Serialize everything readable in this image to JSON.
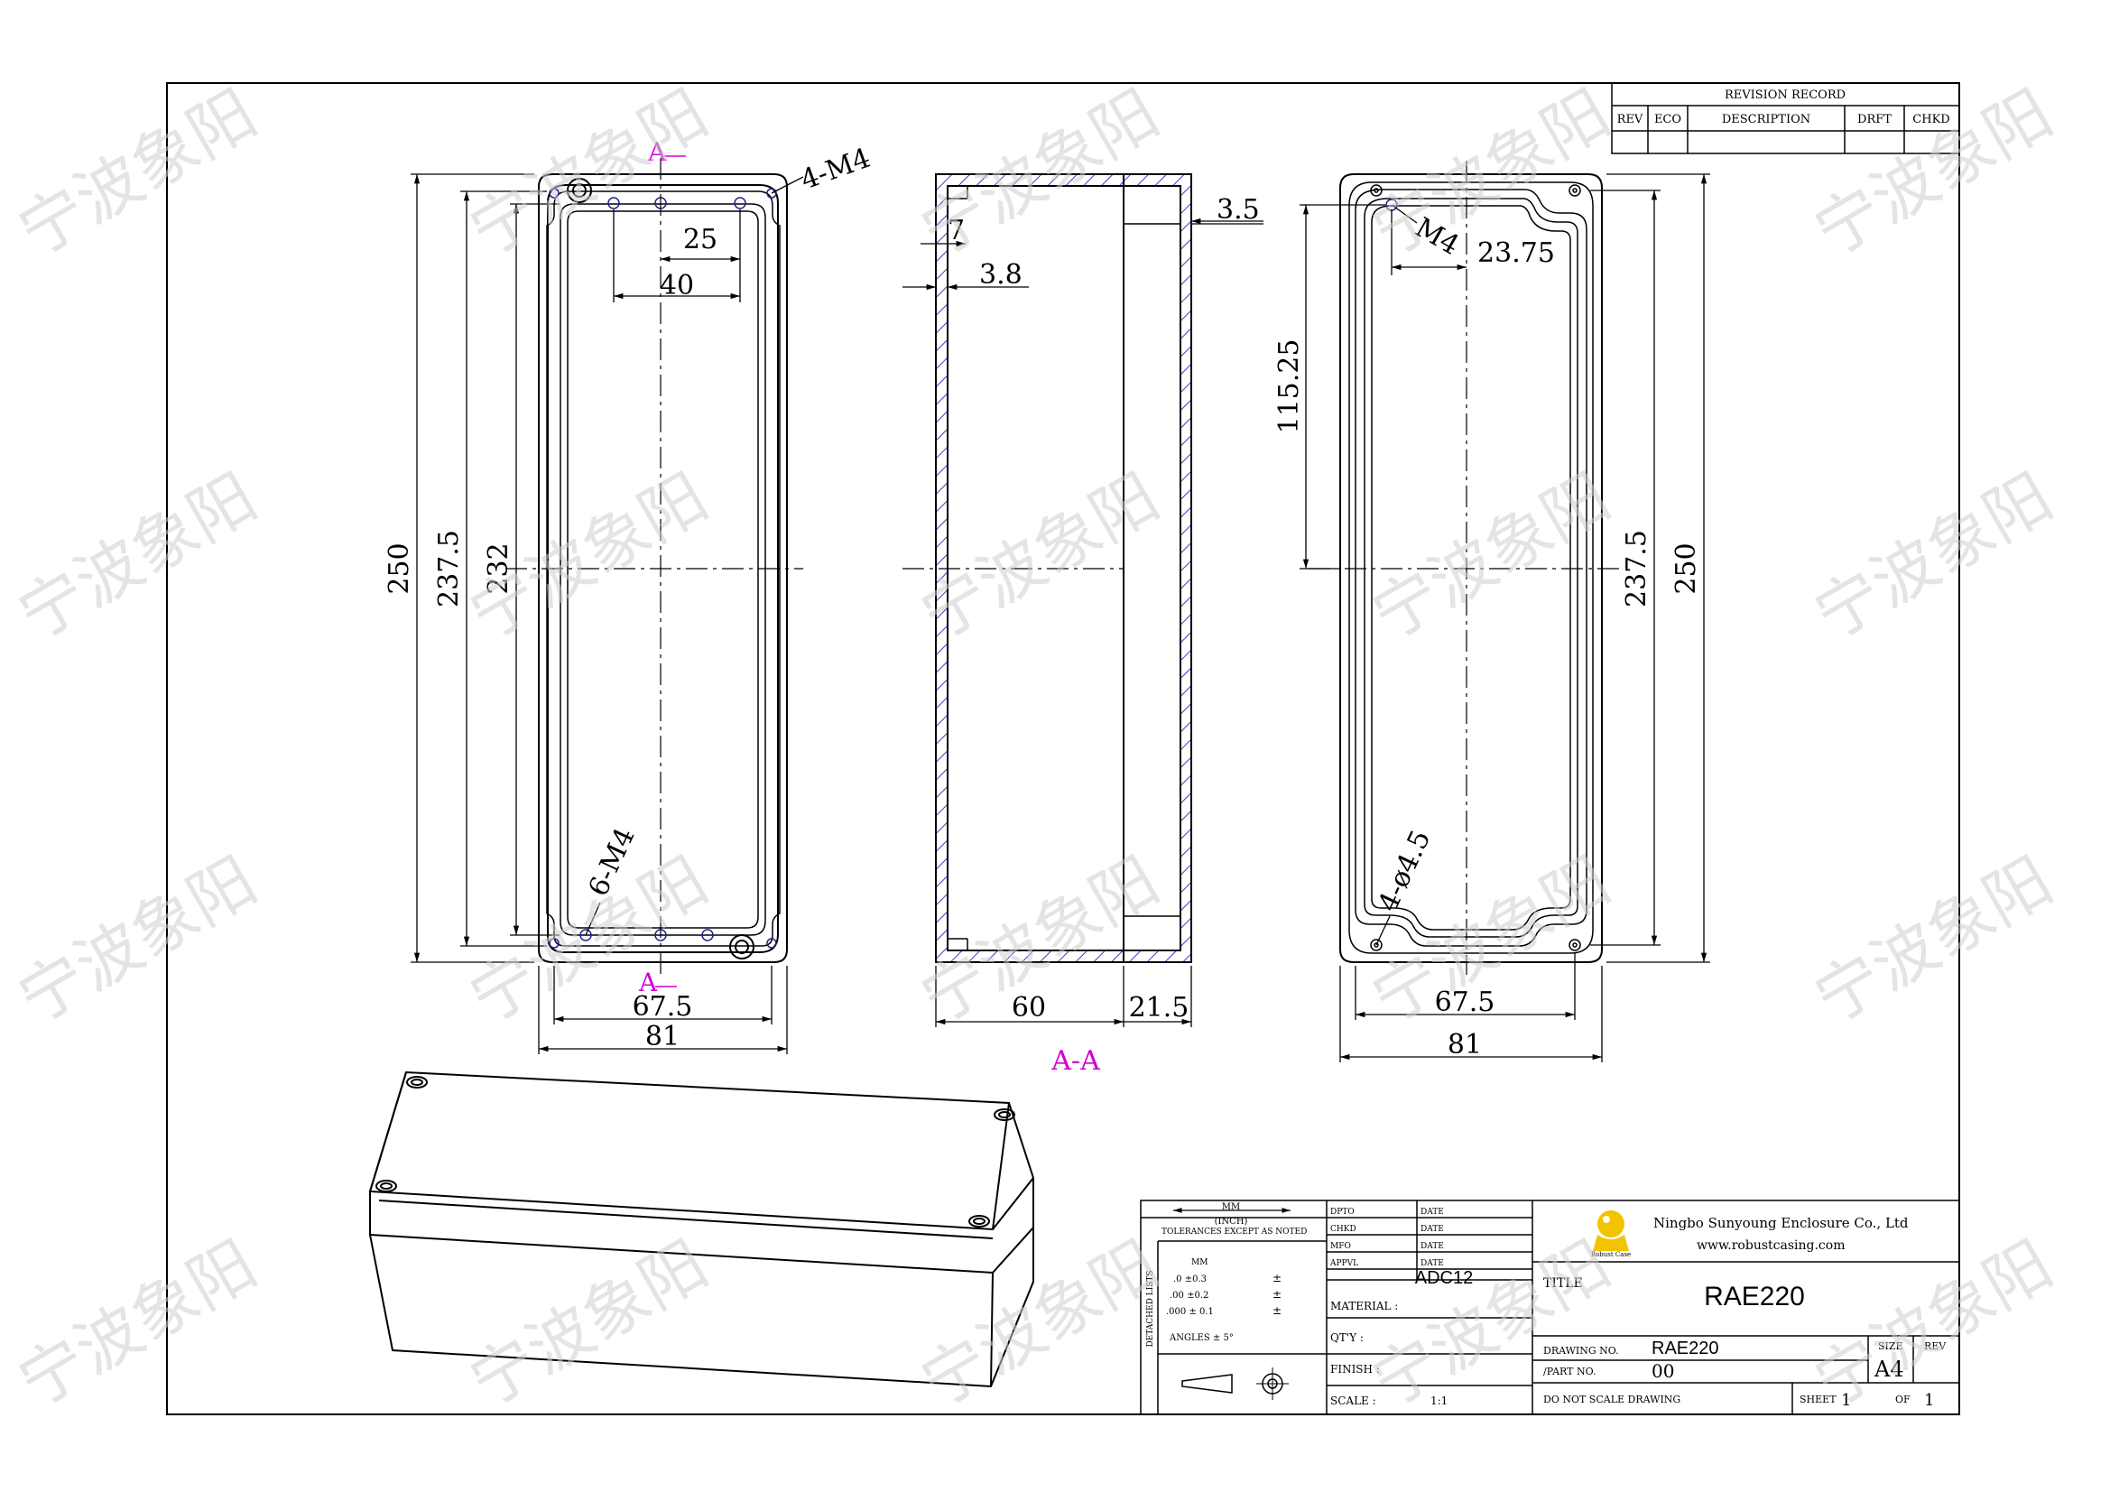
{
  "front_view": {
    "dims": {
      "height_outer": "250",
      "height_mid": "237.5",
      "height_inner": "232",
      "hole_spacing_small": "25",
      "hole_spacing_large": "40",
      "width_inner": "67.5",
      "width_outer": "81"
    },
    "callouts": {
      "top_holes": "4-M4",
      "bottom_holes": "6-M4"
    },
    "section_marker": "A"
  },
  "section_view": {
    "dims": {
      "top_wall": "3.5",
      "lip": "7",
      "wall": "3.8",
      "depth_body": "60",
      "depth_lid": "21.5"
    },
    "label": "A-A"
  },
  "back_view": {
    "dims": {
      "thread": "M4",
      "hole_offset": "23.75",
      "half_height": "115.25",
      "height_mid": "237.5",
      "height_outer": "250",
      "width_inner": "67.5",
      "width_outer": "81"
    },
    "callout": "4-ø4.5"
  },
  "revision_record": {
    "title": "REVISION RECORD",
    "columns": [
      "REV",
      "ECO",
      "DESCRIPTION",
      "DRFT",
      "CHKD"
    ]
  },
  "title_block": {
    "units_top": "MM",
    "units_bottom": "(INCH)",
    "tolerances_label": "TOLERANCES EXCEPT AS NOTED",
    "mm_label": "MM",
    "tol_rows": [
      ".0 ±0.3",
      ".00 ±0.2",
      ".000 ± 0.1"
    ],
    "pm": "±",
    "angles": "ANGLES ± 5°",
    "side_label": "DETACHED LISTS",
    "sign_rows": [
      "DPTO",
      "CHKD",
      "MFO",
      "APPVL"
    ],
    "date_label": "DATE",
    "material_value": "ADC12",
    "material_label": "MATERIAL :",
    "qty_label": "QT'Y :",
    "finish_label": "FINISH :",
    "scale_label": "SCALE :",
    "scale_value": "1:1",
    "company": "Ningbo Sunyoung Enclosure Co., Ltd",
    "website": "www.robustcasing.com",
    "logo_text": "Robust Case",
    "title_label": "TITLE",
    "title_value": "RAE220",
    "drawing_no_label": "DRAWING NO.",
    "drawing_no_value": "RAE220",
    "part_no_label": "/PART  NO.",
    "part_no_value": "00",
    "size_label": "SIZE",
    "size_value": "A4",
    "rev_label": "REV",
    "scale_note": "DO NOT SCALE DRAWING",
    "sheet_label": "SHEET",
    "sheet_value": "1",
    "of_label": "OF",
    "of_value": "1"
  },
  "watermark": "宁波象阳"
}
